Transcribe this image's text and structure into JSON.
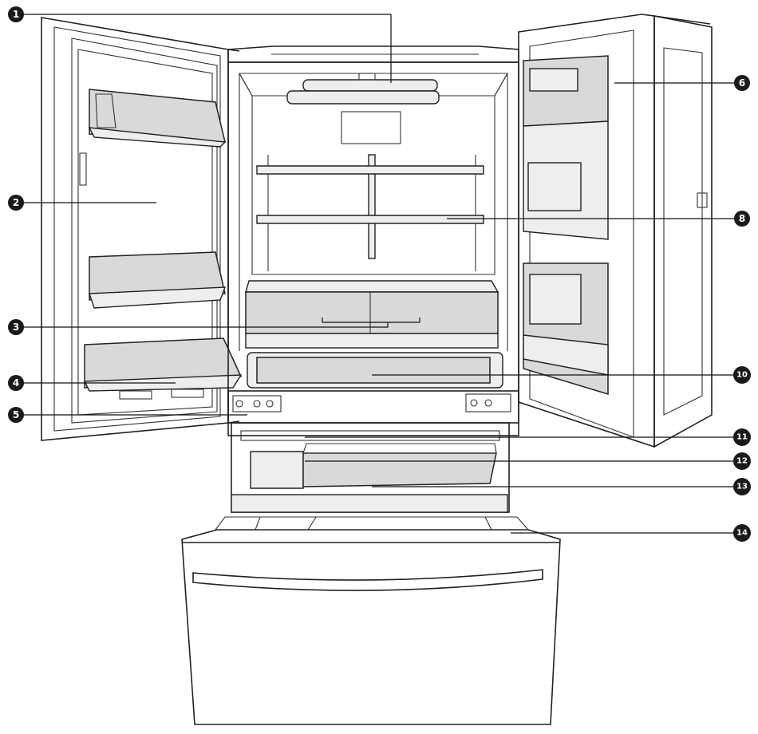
{
  "callouts": [
    {
      "id": "1",
      "label": "1"
    },
    {
      "id": "2",
      "label": "2"
    },
    {
      "id": "3",
      "label": "3"
    },
    {
      "id": "4",
      "label": "4"
    },
    {
      "id": "5",
      "label": "5"
    },
    {
      "id": "6",
      "label": "6"
    },
    {
      "id": "8",
      "label": "8"
    },
    {
      "id": "10",
      "label": "10"
    },
    {
      "id": "11",
      "label": "11"
    },
    {
      "id": "12",
      "label": "12"
    },
    {
      "id": "13",
      "label": "13"
    },
    {
      "id": "14",
      "label": "14"
    }
  ],
  "colors": {
    "badge": "#1a1a1a",
    "shade": "#d9d9d9",
    "line": "#222222"
  }
}
